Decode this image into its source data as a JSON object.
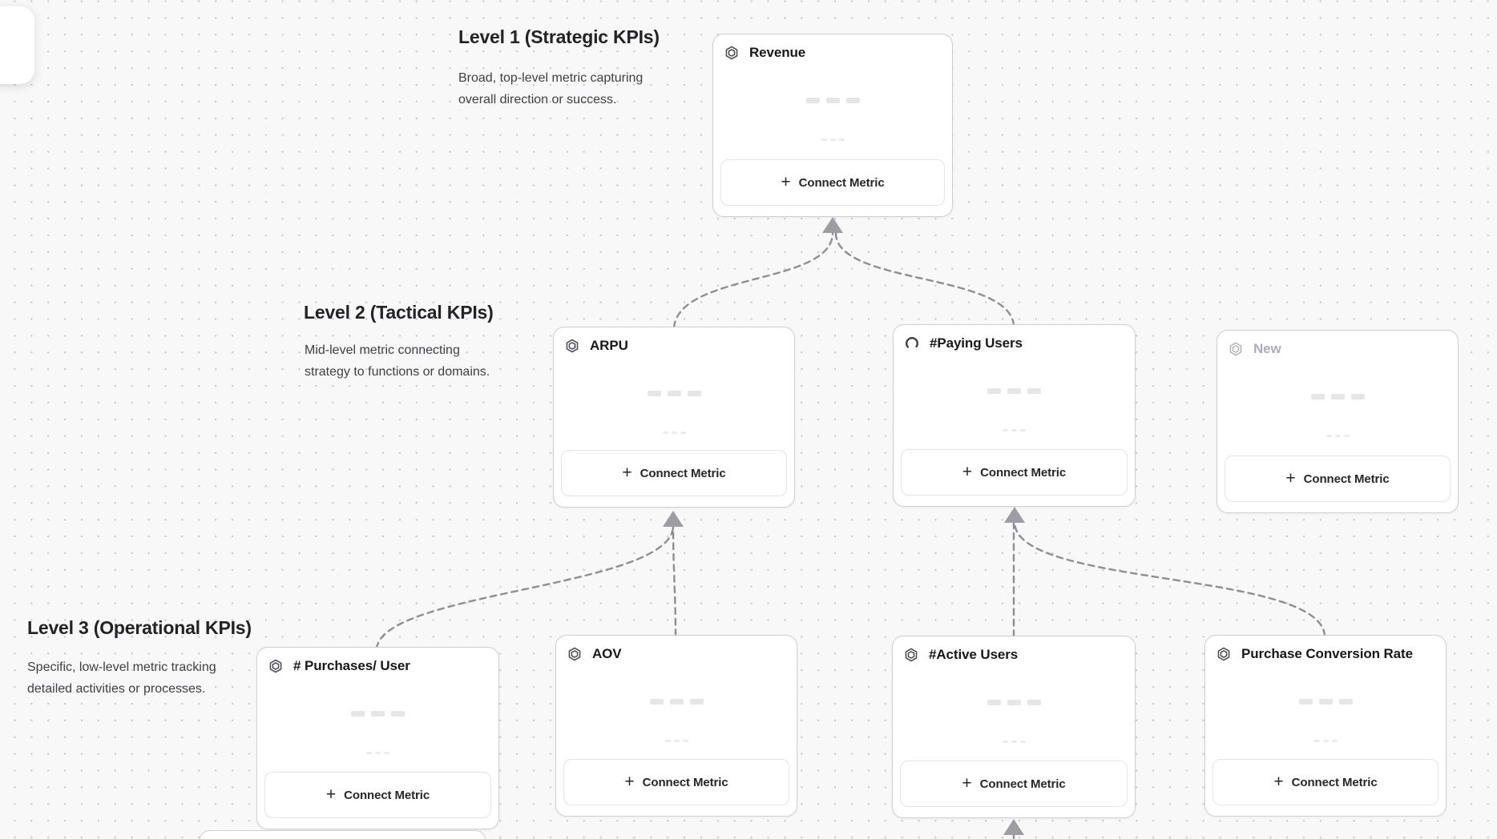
{
  "app": {
    "description": "KPI metric tree canvas with dotted grid background",
    "colors": {
      "background": "#f8f8f8",
      "grid_dot": "#c7c7cc",
      "card_border": "#cfcfd4",
      "connector": "#8e8e94",
      "arrowhead": "#9d9da4",
      "skeleton": "#e6e6e9",
      "text_primary": "#18181b",
      "text_secondary": "#3f3f46",
      "ghost_text": "#aeaeb5"
    }
  },
  "corner_panel": {
    "icon": "cursor-stroke-icon"
  },
  "levels": [
    {
      "title": "Level 1 (Strategic KPIs)",
      "description": "Broad, top-level metric capturing overall direction or success."
    },
    {
      "title": "Level 2 (Tactical KPIs)",
      "description": "Mid-level metric connecting strategy to functions or domains."
    },
    {
      "title": "Level 3 (Operational KPIs)",
      "description": "Specific, low-level metric tracking detailed activities or processes."
    }
  ],
  "shared": {
    "plus_icon": "+"
  },
  "cards": [
    {
      "title": "Revenue",
      "icon": "hexagon-icon",
      "level": 1,
      "state": "normal",
      "button_label": "Connect Metric"
    },
    {
      "title": "ARPU",
      "icon": "hexagon-icon",
      "level": 2,
      "state": "normal",
      "button_label": "Connect Metric"
    },
    {
      "title": "#Paying Users",
      "icon": "spinner-icon",
      "level": 2,
      "state": "loading",
      "button_label": "Connect Metric"
    },
    {
      "title": "New",
      "icon": "hexagon-icon",
      "level": 2,
      "state": "ghost",
      "button_label": "Connect Metric"
    },
    {
      "title": "# Purchases/ User",
      "icon": "hexagon-icon",
      "level": 3,
      "state": "normal",
      "button_label": "Connect Metric"
    },
    {
      "title": "AOV",
      "icon": "hexagon-icon",
      "level": 3,
      "state": "normal",
      "button_label": "Connect Metric"
    },
    {
      "title": "#Active Users",
      "icon": "hexagon-icon",
      "level": 3,
      "state": "normal",
      "button_label": "Connect Metric"
    },
    {
      "title": "Purchase Conversion Rate",
      "icon": "hexagon-icon",
      "level": 3,
      "state": "normal",
      "button_label": "Connect Metric"
    }
  ],
  "connections": [
    {
      "from": "ARPU",
      "to": "Revenue"
    },
    {
      "from": "#Paying Users",
      "to": "Revenue"
    },
    {
      "from": "# Purchases/ User",
      "to": "ARPU"
    },
    {
      "from": "AOV",
      "to": "ARPU"
    },
    {
      "from": "#Active Users",
      "to": "#Paying Users"
    },
    {
      "from": "Purchase Conversion Rate",
      "to": "#Paying Users"
    },
    {
      "from": "offscreen-below",
      "to": "#Active Users"
    }
  ]
}
